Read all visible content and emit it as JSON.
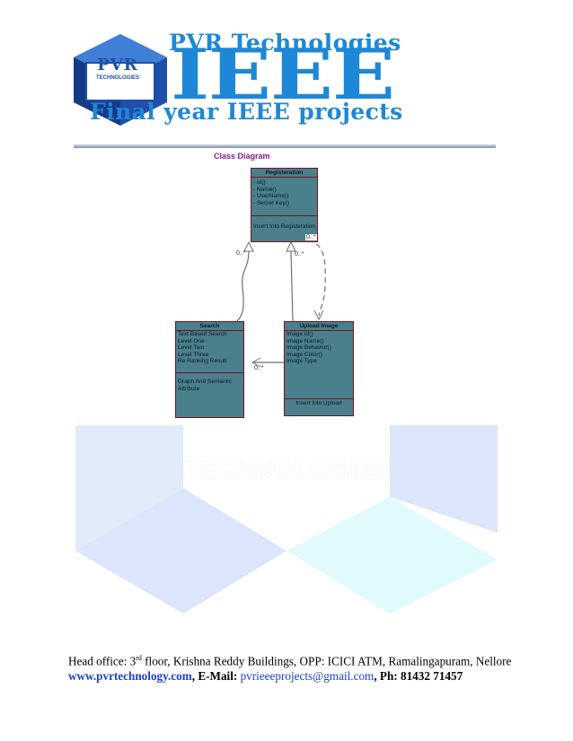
{
  "header": {
    "brand": "PVR Technologies",
    "ieee": "IEEE",
    "tagline": "Final year IEEE projects",
    "emblem_text": "PVR",
    "emblem_sub": "TECHNOLOGIES"
  },
  "diagram": {
    "title": "Class Diagram",
    "classes": {
      "registration": {
        "name": "Registeration",
        "attributes": [
          "- Id()",
          "- Name()",
          "- UserName()",
          "- Secret Key()"
        ],
        "methods": [
          "Insert Into Registeration"
        ]
      },
      "search": {
        "name": "Search",
        "attributes": [
          "Text Based Search",
          "Level One",
          "Level Two",
          "Level Three",
          "Re Ranking Result"
        ],
        "methods": [
          "Graph And Semantic Attribute"
        ]
      },
      "upload": {
        "name": "Upload Image",
        "attributes": [
          "Image Id()",
          "Image Name()",
          "Image Behavior()",
          "Image Color()",
          "Image Type"
        ],
        "methods": [
          "Insert Into Upload"
        ]
      }
    },
    "multiplicities": {
      "reg_search": "0..*",
      "reg_upload": "0..*",
      "reg_corner": "0..*",
      "upload_search": "0..*"
    }
  },
  "watermark": {
    "text": "TECHNOLOGIES"
  },
  "footer": {
    "line1_prefix": "Head office: 3",
    "line1_sup": "rd",
    "line1_rest": " floor, Krishna Reddy Buildings, OPP: ICICI ATM, Ramalingapuram, Nellore",
    "website": "www.pvrtechnology.com",
    "email_label": ", E-Mail: ",
    "email": "pvrieeeprojects@gmail.com",
    "phone": ", Ph:  81432 71457"
  }
}
